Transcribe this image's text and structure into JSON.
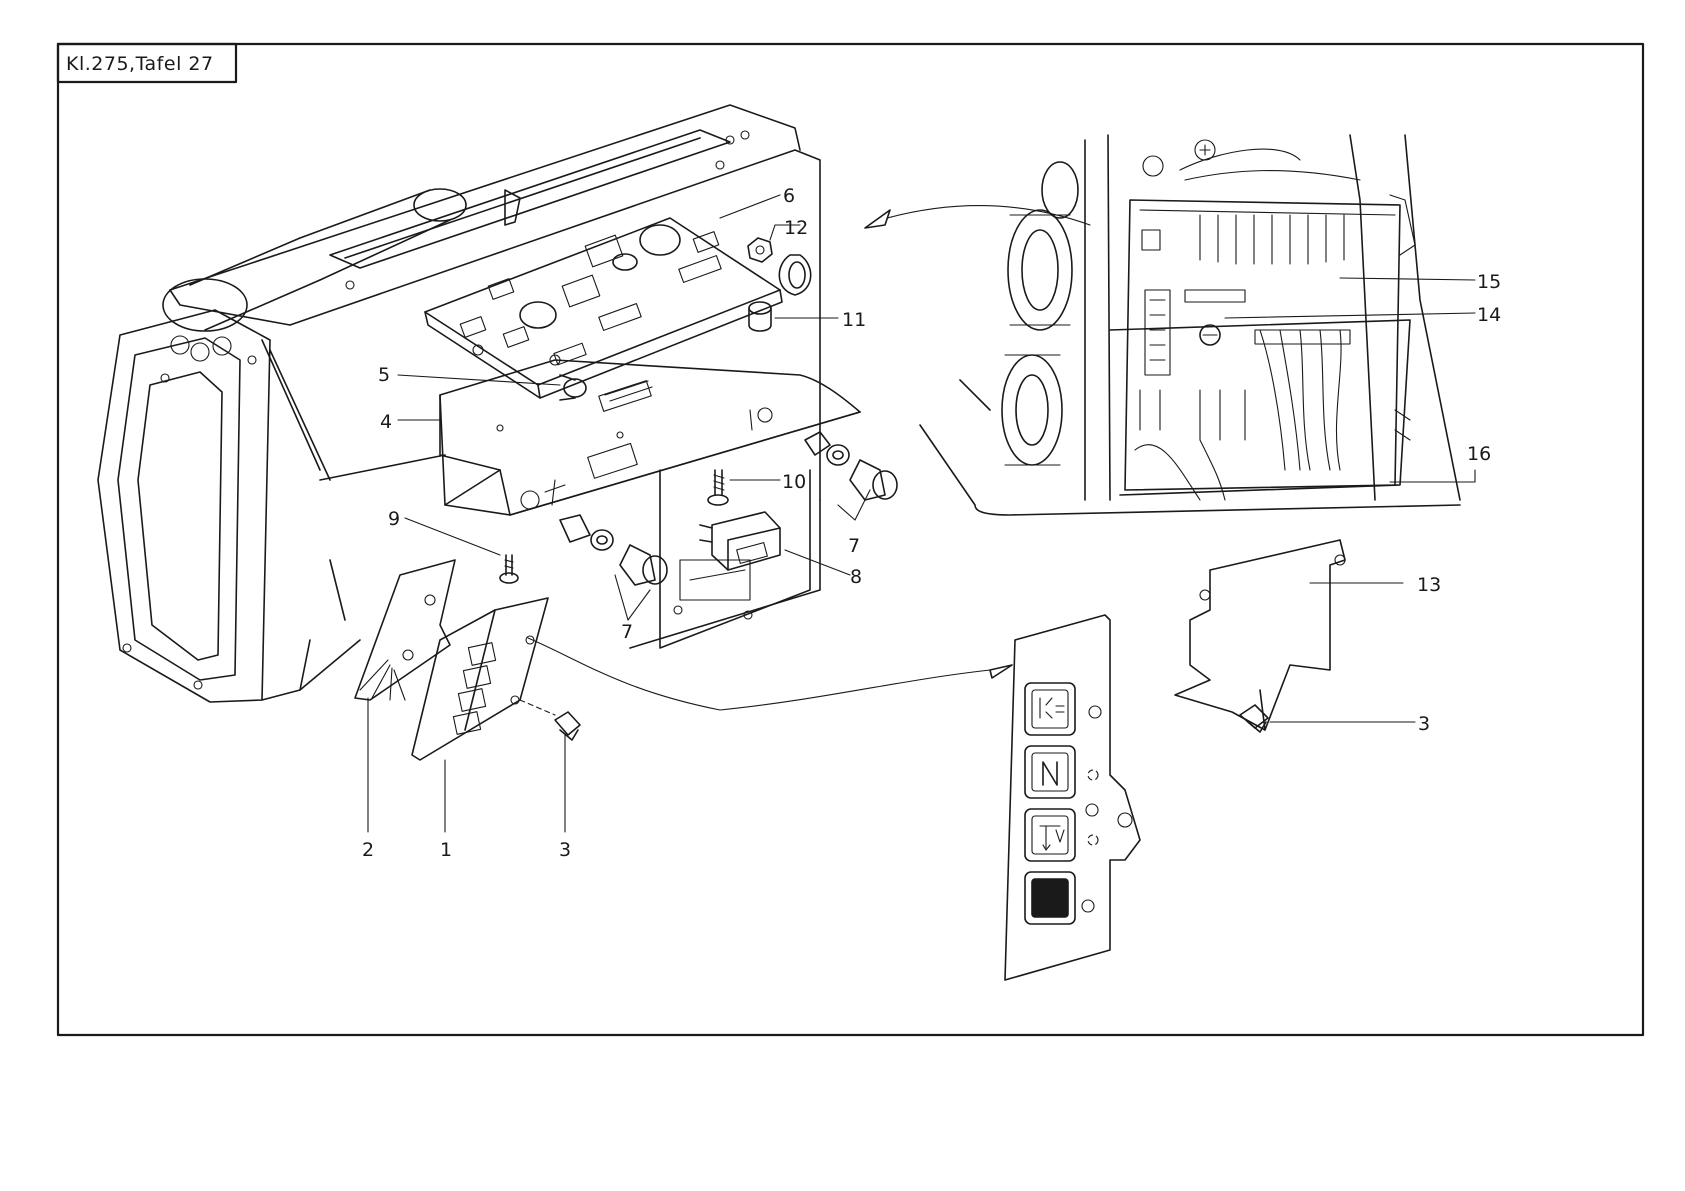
{
  "sheet": {
    "title": "Kl.275,Tafel 27"
  },
  "callouts": {
    "c1": "1",
    "c2": "2",
    "c3a": "3",
    "c3b": "3",
    "c4": "4",
    "c5": "5",
    "c6": "6",
    "c7a": "7",
    "c7b": "7",
    "c8": "8",
    "c9": "9",
    "c10": "10",
    "c11": "11",
    "c12": "12",
    "c13": "13",
    "c14": "14",
    "c15": "15",
    "c16": "16"
  }
}
